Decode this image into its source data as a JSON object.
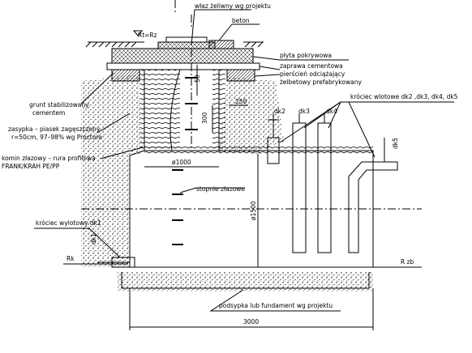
{
  "labels": {
    "cast_iron_inlet": "właz żeliwny wg projektu",
    "concrete": "beton",
    "rt_rz": "Rt=Rz",
    "cover_plate": "płyta pokrywowa",
    "cement_mortar": "zaprawa cementowa",
    "relief_ring_1": "pierścień odciążający",
    "relief_ring_2": "żelbetowy prefabrykowany",
    "stabilized_soil_1": "grunt stabilizowany",
    "stabilized_soil_2": "cementem",
    "backfill_1": "zasypka – piasek zagęszczony",
    "backfill_2": "r=50cm, 97–98% wg Proctora",
    "chimney_1": "komin złazowy – rura profilowa",
    "chimney_2": "FRANK/KRAH  PE/PP",
    "ladder_steps": "stopnie złazowe",
    "outlet_stub": "króciec wylotowy dk1",
    "inlet_stubs": "króciec wlotowe dk2 ,dk3, dk4, dk5",
    "sand_bed": "podsypka lub fundament wg projektu",
    "rk": "Rk",
    "r_zb": "R zb"
  },
  "dimensions": {
    "d50": "50",
    "d250": "250",
    "d300": "300",
    "d1000": "ø1000",
    "d1500": "ø1500",
    "d3000": "3000",
    "dk1": "dk1",
    "dk2": "dk2",
    "dk3": "dk3",
    "dk4": "dk4",
    "dk5": "dk5"
  }
}
